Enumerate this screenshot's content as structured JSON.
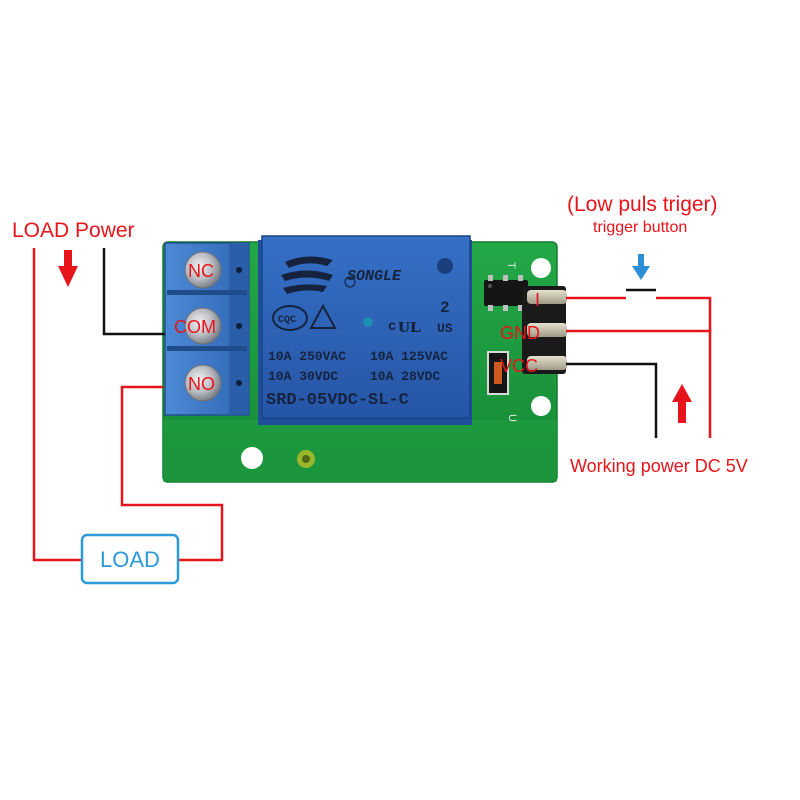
{
  "labels": {
    "load_power": "LOAD Power",
    "low_puls": "(Low puls triger)",
    "trigger_button": "trigger button",
    "working_power": "Working power DC 5V",
    "load_box": "LOAD"
  },
  "terminals": {
    "nc": "NC",
    "com": "COM",
    "no": "NO"
  },
  "pins": {
    "in": "I",
    "gnd": "GND",
    "vcc": "VCC"
  },
  "relay": {
    "brand": "SONGLE",
    "cert_mark": "CQC",
    "ul_number": "2",
    "ul_region": "US",
    "ul_prefix": "c",
    "rating_row1_left": "10A 250VAC",
    "rating_row1_right": "10A 125VAC",
    "rating_row2_left": "10A  30VDC",
    "rating_row2_right": "10A  28VDC",
    "model": "SRD-05VDC-SL-C"
  },
  "board_marks": {
    "t_mark": "T",
    "u_mark": "U"
  },
  "colors": {
    "label_red": "#e8141b",
    "arrow_red": "#e8141b",
    "arrow_blue": "#2b8fd6",
    "load_box_border": "#2b9ad8",
    "pcb_green": "#1d9b3e",
    "relay_blue": "#2b63b8",
    "terminal_blue": "#3a78c8",
    "wire_black": "#111111"
  }
}
